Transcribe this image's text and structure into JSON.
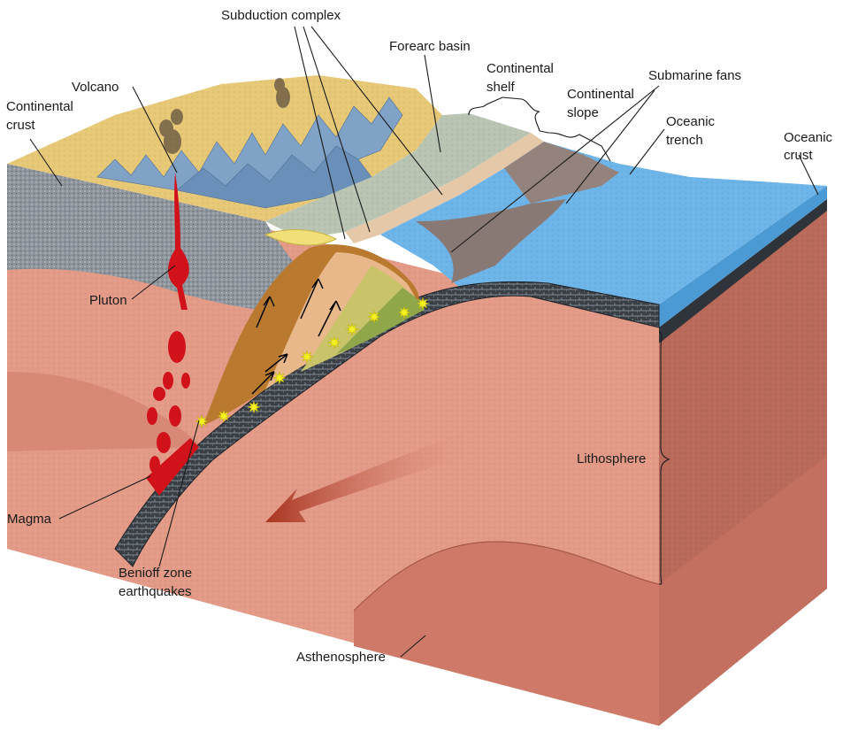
{
  "labels": {
    "subduction_complex": "Subduction complex",
    "forearc_basin": "Forearc basin",
    "continental_shelf": [
      "Continental",
      "shelf"
    ],
    "submarine_fans": "Submarine fans",
    "volcano": "Volcano",
    "continental_slope": [
      "Continental",
      "slope"
    ],
    "continental_crust": [
      "Continental",
      "crust"
    ],
    "oceanic_trench": [
      "Oceanic",
      "trench"
    ],
    "oceanic_crust": [
      "Oceanic",
      "crust"
    ],
    "pluton": "Pluton",
    "lithosphere": "Lithosphere",
    "magma": "Magma",
    "benioff": [
      "Benioff zone",
      "earthquakes"
    ],
    "asthenosphere": "Asthenosphere"
  },
  "colors": {
    "mantle": "#d98c7a",
    "mantle_dark": "#b8614f",
    "asthenosphere": "#cf7a68",
    "ocean": "#6fb4e6",
    "land": "#e4c57a",
    "mountains": "#7c9fc4",
    "continental_crust": "#8f959c",
    "oceanic_crust": "#3a3f46",
    "magma": "#d1121b",
    "earthquake": "#f4ef20",
    "forearc": "#b8c3b6"
  }
}
